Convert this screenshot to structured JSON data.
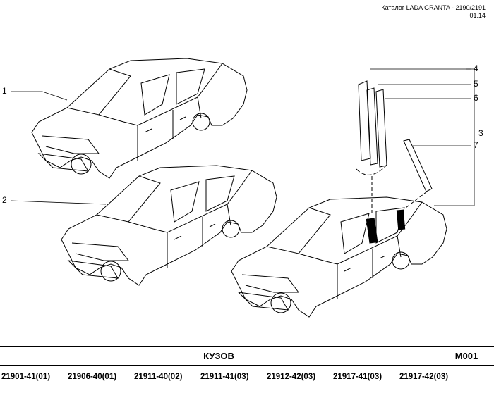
{
  "header": {
    "catalog": "Каталог  LADA  GRANTA - 2190/2191",
    "date": "01.14"
  },
  "callouts": [
    "1",
    "2",
    "3",
    "4",
    "5",
    "6",
    "7"
  ],
  "footer": {
    "title": "КУЗОВ",
    "code": "M001"
  },
  "models": [
    "21901-41(01)",
    "21906-40(01)",
    "21911-40(02)",
    "21911-41(03)",
    "21912-42(03)",
    "21917-41(03)",
    "21917-42(03)"
  ]
}
